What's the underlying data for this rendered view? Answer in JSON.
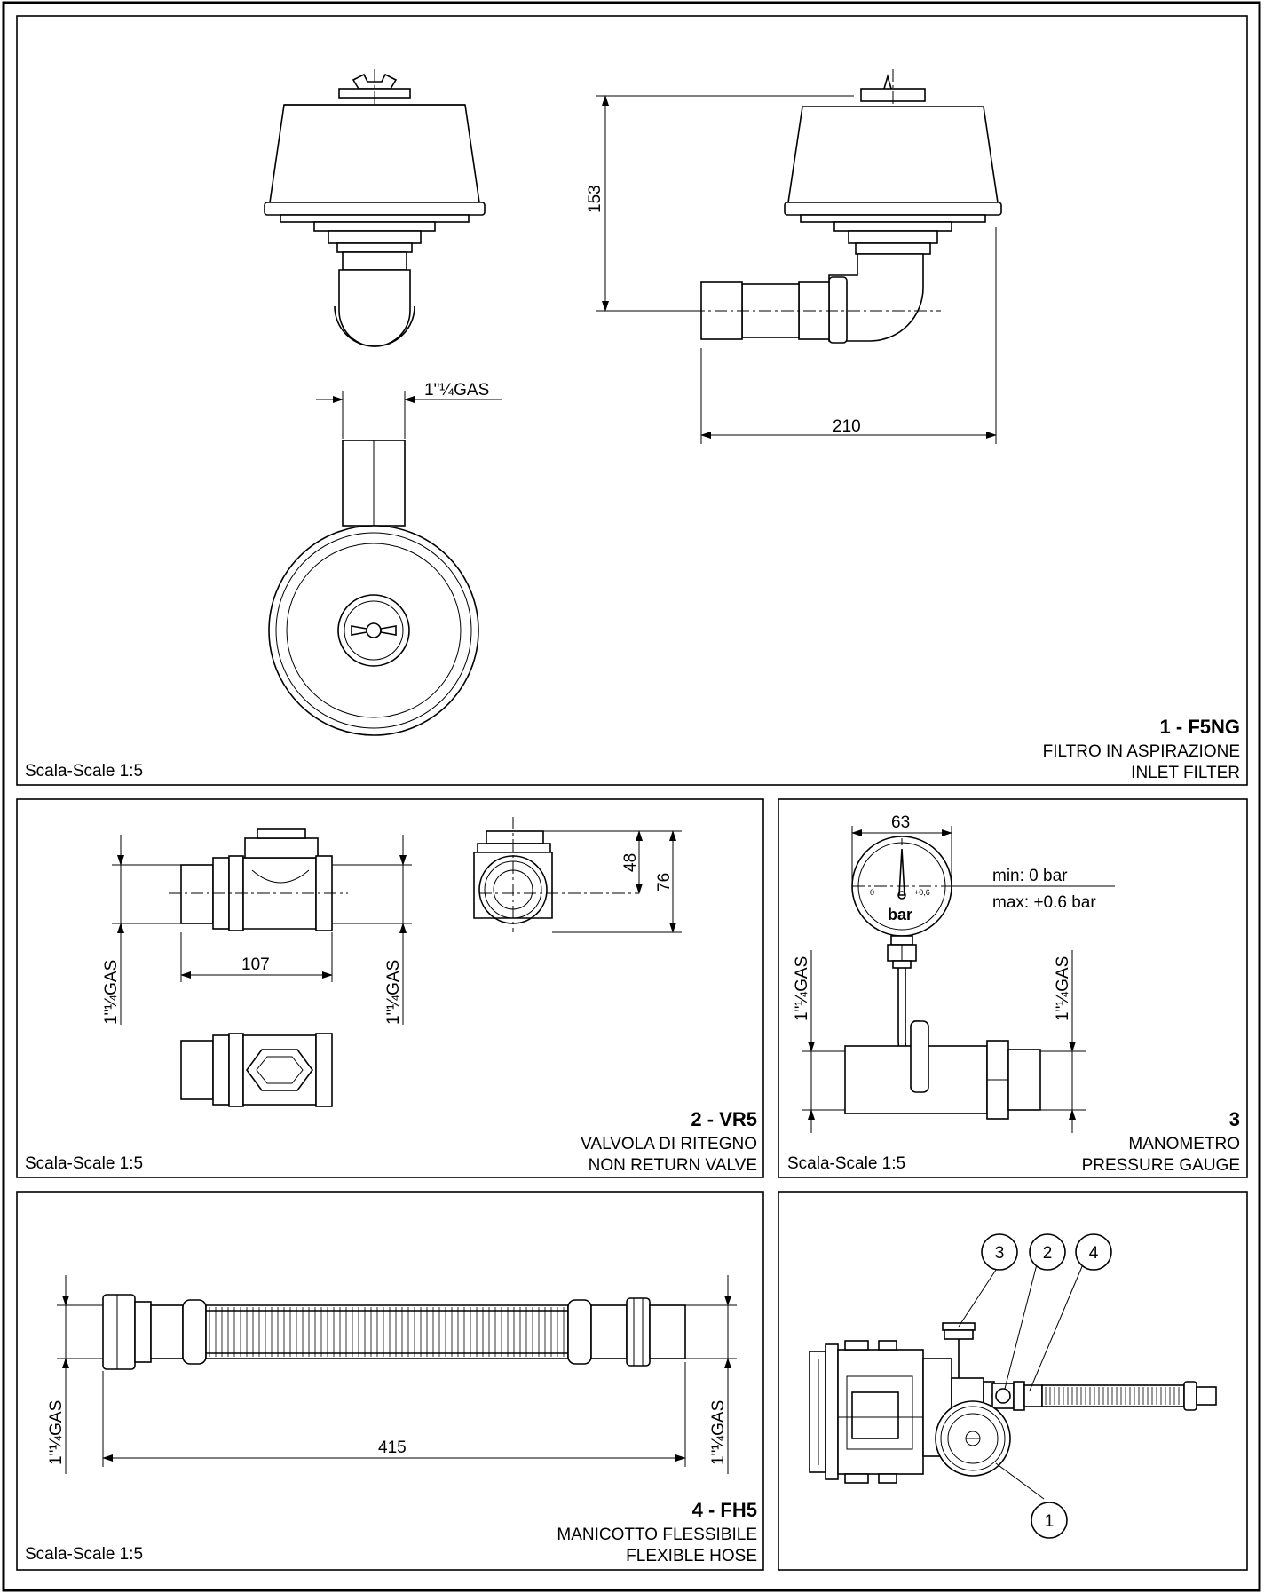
{
  "panels": {
    "p1": {
      "code": "1 - F5NG",
      "name_it": "FILTRO IN ASPIRAZIONE",
      "name_en": "INLET FILTER",
      "scale": "Scala-Scale 1:5",
      "dims": {
        "height": "153",
        "width": "210",
        "thread": "1\"¼GAS"
      }
    },
    "p2": {
      "code": "2 - VR5",
      "name_it": "VALVOLA DI RITEGNO",
      "name_en": "NON RETURN VALVE",
      "scale": "Scala-Scale 1:5",
      "dims": {
        "length": "107",
        "h1": "48",
        "h2": "76",
        "thread_left": "1\"¼GAS",
        "thread_right": "1\"¼GAS"
      }
    },
    "p3": {
      "code": "3",
      "name_it": "MANOMETRO",
      "name_en": "PRESSURE GAUGE",
      "scale": "Scala-Scale 1:5",
      "dims": {
        "diameter": "63",
        "min": "min: 0 bar",
        "max": "max: +0.6 bar",
        "thread_left": "1\"¼GAS",
        "thread_right": "1\"¼GAS"
      },
      "gauge": {
        "unit": "bar",
        "scale_zero": "0",
        "scale_max": "+0,6"
      }
    },
    "p4": {
      "code": "4 - FH5",
      "name_it": "MANICOTTO FLESSIBILE",
      "name_en": "FLEXIBLE HOSE",
      "scale": "Scala-Scale 1:5",
      "dims": {
        "length": "415",
        "thread_left": "1\"¼GAS",
        "thread_right": "1\"¼GAS"
      }
    },
    "p5": {
      "callouts": [
        "3",
        "2",
        "4",
        "1"
      ]
    }
  }
}
